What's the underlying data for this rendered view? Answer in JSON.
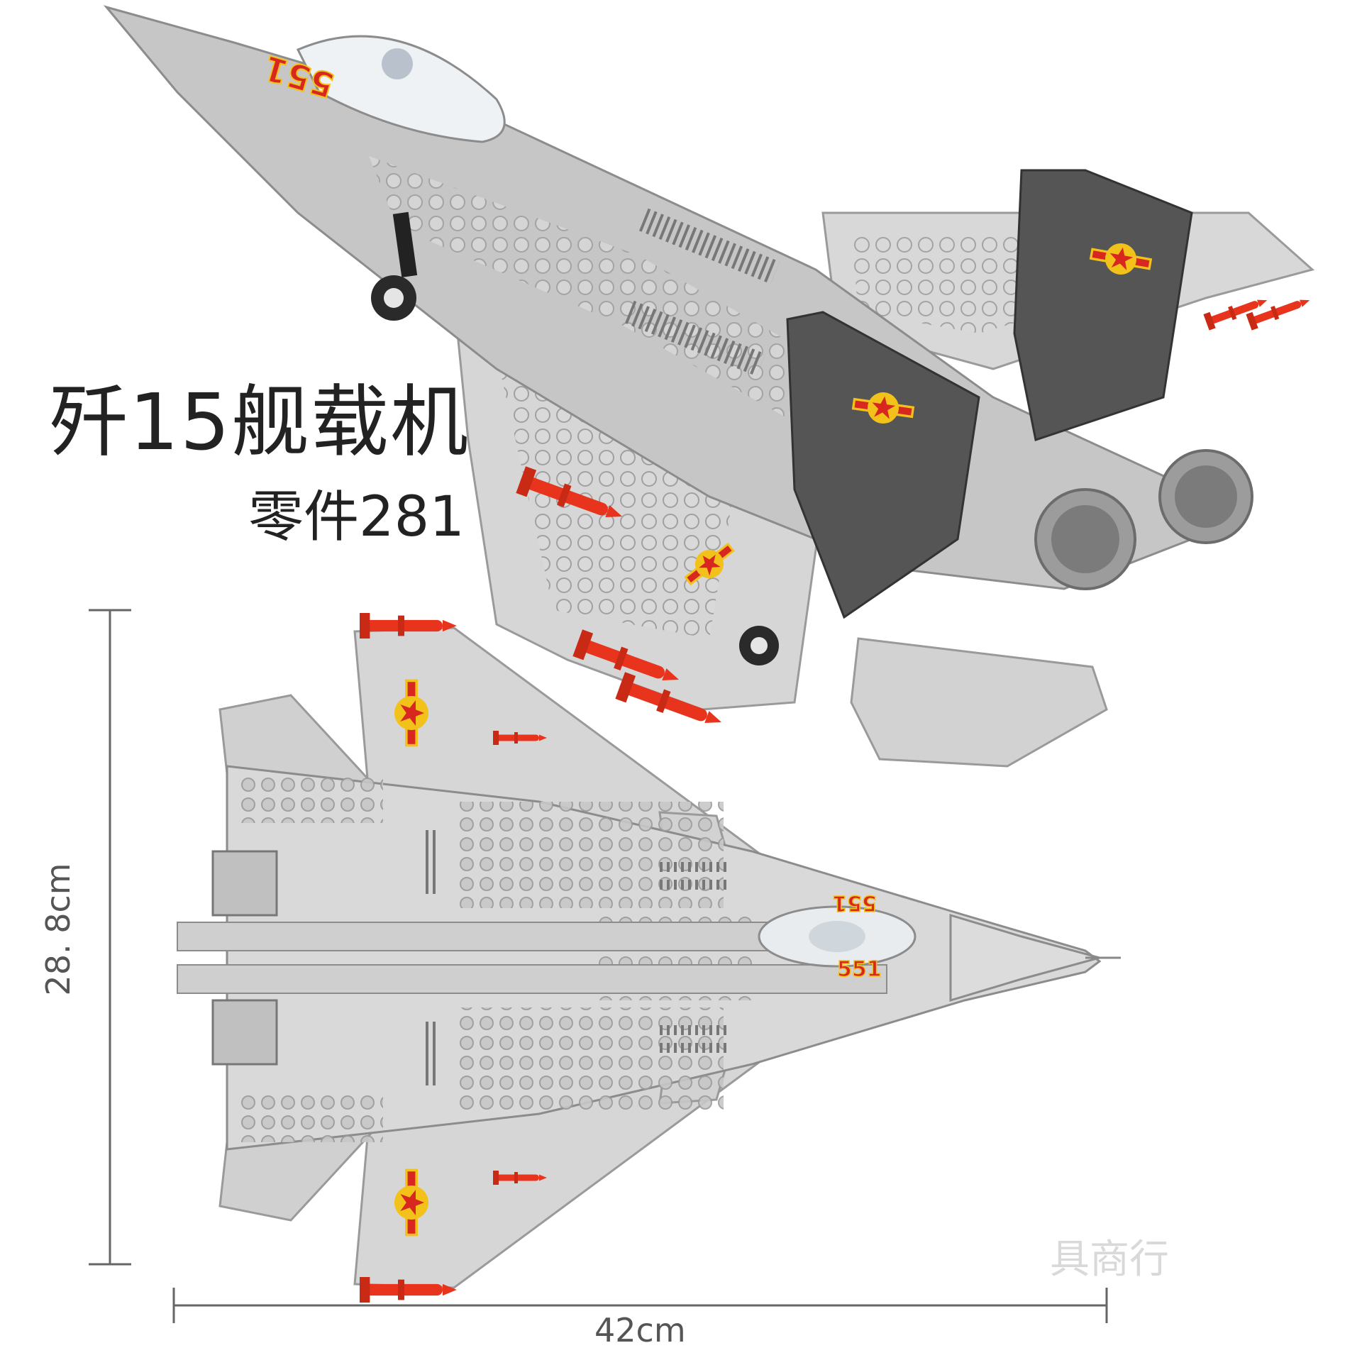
{
  "product": {
    "title": "歼15舰载机",
    "parts": "零件281"
  },
  "dimensions": {
    "width": "42cm",
    "height": "28. 8cm"
  },
  "model": {
    "tail_number": "551"
  },
  "watermark": "具商行",
  "colors": {
    "background": "#ffffff",
    "airframe": "#d3d3d3",
    "airframe_dark": "#a9a9a9",
    "tail_fin": "#555555",
    "missile": "#e8341c",
    "insignia_red": "#d8271f",
    "insignia_yellow": "#f2c21b"
  }
}
